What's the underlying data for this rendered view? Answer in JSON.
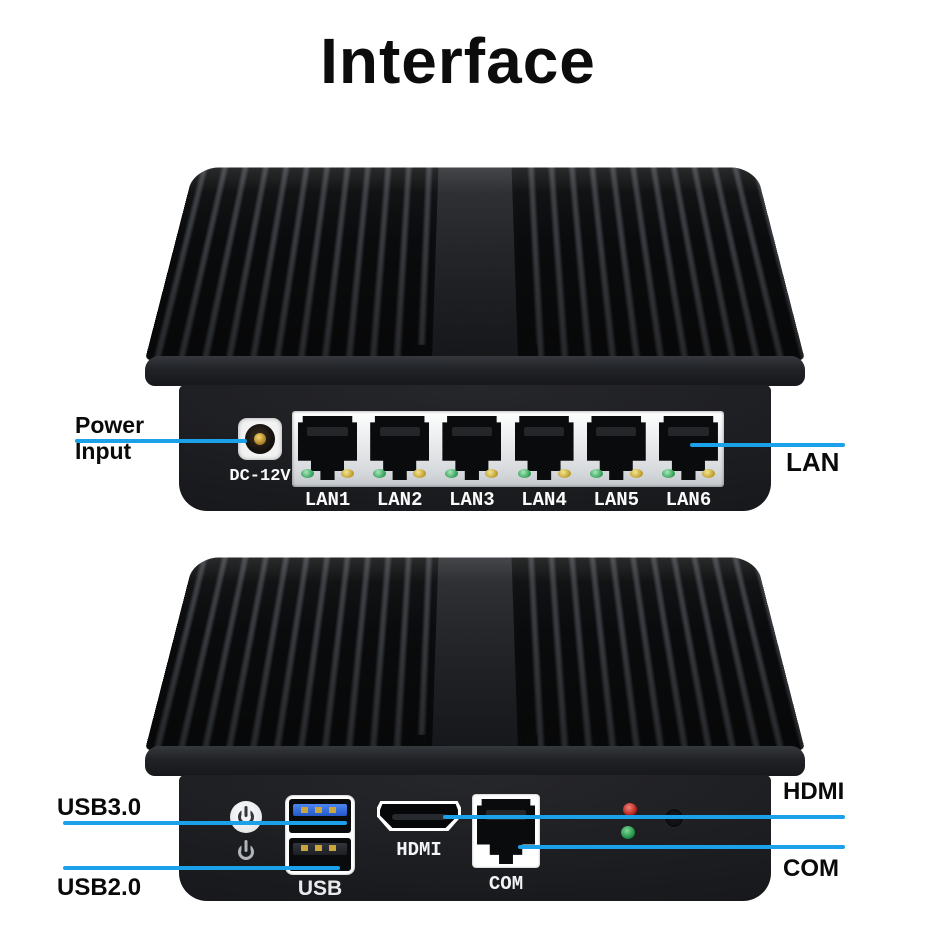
{
  "title": "Interface",
  "accent_color": "#1ba0ea",
  "rear_panel": {
    "power_jack_label": "DC-12V",
    "lan_port_labels": [
      "LAN1",
      "LAN2",
      "LAN3",
      "LAN4",
      "LAN5",
      "LAN6"
    ],
    "lan_led_colors": {
      "left": "#2f9e54",
      "right": "#bb9c2e"
    }
  },
  "front_panel": {
    "usb_label": "USB",
    "hdmi_label": "HDMI",
    "com_label": "COM",
    "usb3_tongue_color": "#2f6fe0",
    "status_led_colors": {
      "top": "#b01f17",
      "bottom": "#1f8f44"
    },
    "icons": {
      "power_button": "power-icon (ring with bar, white round button)",
      "power_symbol": "power-icon (gray outline print)"
    }
  },
  "callouts": {
    "power_input": "Power Input",
    "lan": "LAN",
    "usb3": "USB3.0",
    "usb2": "USB2.0",
    "hdmi": "HDMI",
    "com": "COM"
  }
}
